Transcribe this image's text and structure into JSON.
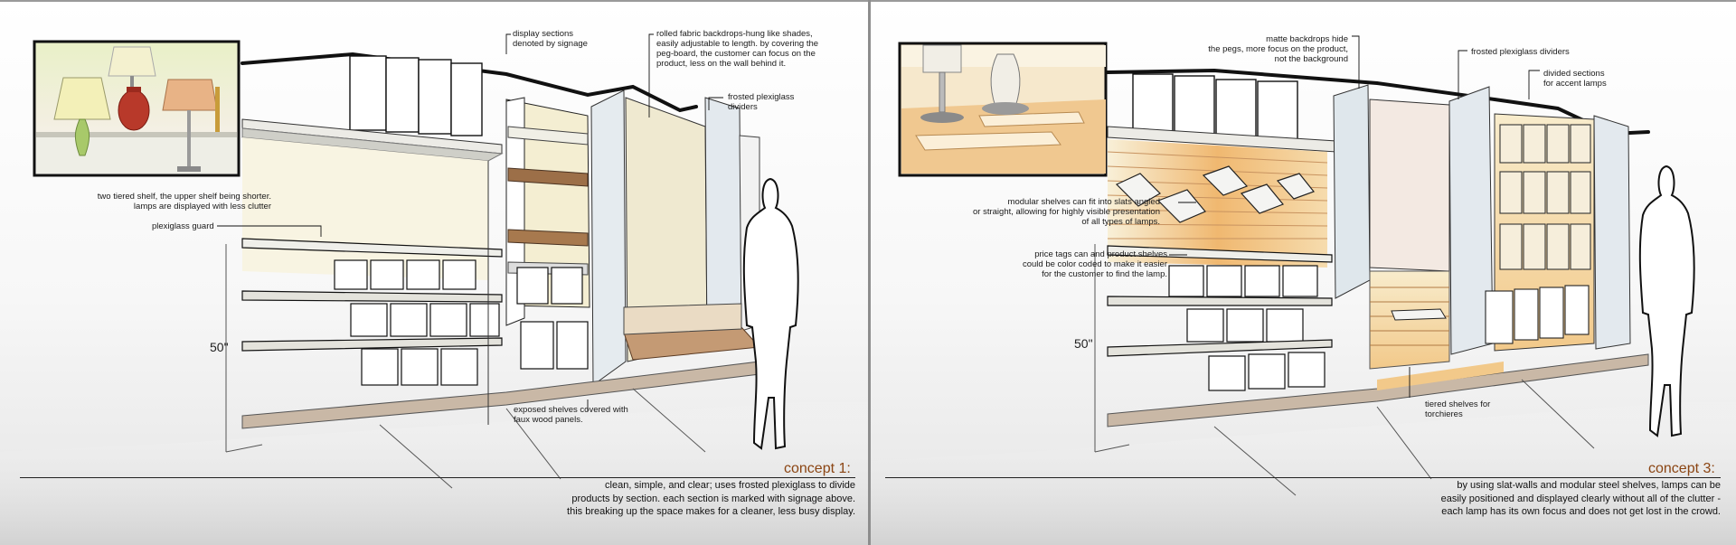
{
  "concepts": [
    {
      "title": "concept 1:",
      "description": "clean, simple, and clear; uses frosted plexiglass to divide\nproducts by section.  each section is marked with signage above.\nthis breaking up the space makes for a cleaner, less busy display.",
      "dimension": "50\"",
      "annotations": {
        "tiered_shelf": "two tiered shelf, the upper shelf being shorter.\nlamps are displayed with less clutter",
        "plexiglass_guard": "plexiglass guard",
        "display_sections": "display sections\ndenoted by signage",
        "fabric_backdrops": "rolled fabric backdrops-hung like shades,\neasily adjustable to length.  by covering the\npeg-board, the customer can focus on the\nproduct, less on the wall behind it.",
        "frosted_dividers": "frosted plexiglass\ndividers",
        "exposed_shelves": "exposed shelves covered with\nfaux wood panels."
      }
    },
    {
      "title": "concept 3:",
      "description": "by using slat-walls and modular steel shelves, lamps can be\neasily positioned and displayed clearly without all of the clutter -\neach lamp has its own focus and does not get lost in the crowd.",
      "dimension": "50\"",
      "annotations": {
        "matte_backdrops": "matte backdrops hide\nthe pegs, more focus on the product,\nnot the background",
        "frosted_dividers": "frosted plexiglass dividers",
        "divided_sections": "divided sections\nfor accent lamps",
        "modular_shelves": "modular shelves can fit into slats angled\nor straight, allowing for highly visible presentation\nof all types of lamps.",
        "price_tags": "price tags can and product shelves\ncould be color coded to make it easier\nfor the customer to find the lamp.",
        "tiered_torchieres": "tiered shelves for\ntorchieres"
      }
    }
  ],
  "colors": {
    "concept_title": "#8b4513",
    "wood": "#b88a5e",
    "cream": "#f6efcf",
    "frost": "#dde6ec",
    "warm_light": "#f4c878"
  }
}
